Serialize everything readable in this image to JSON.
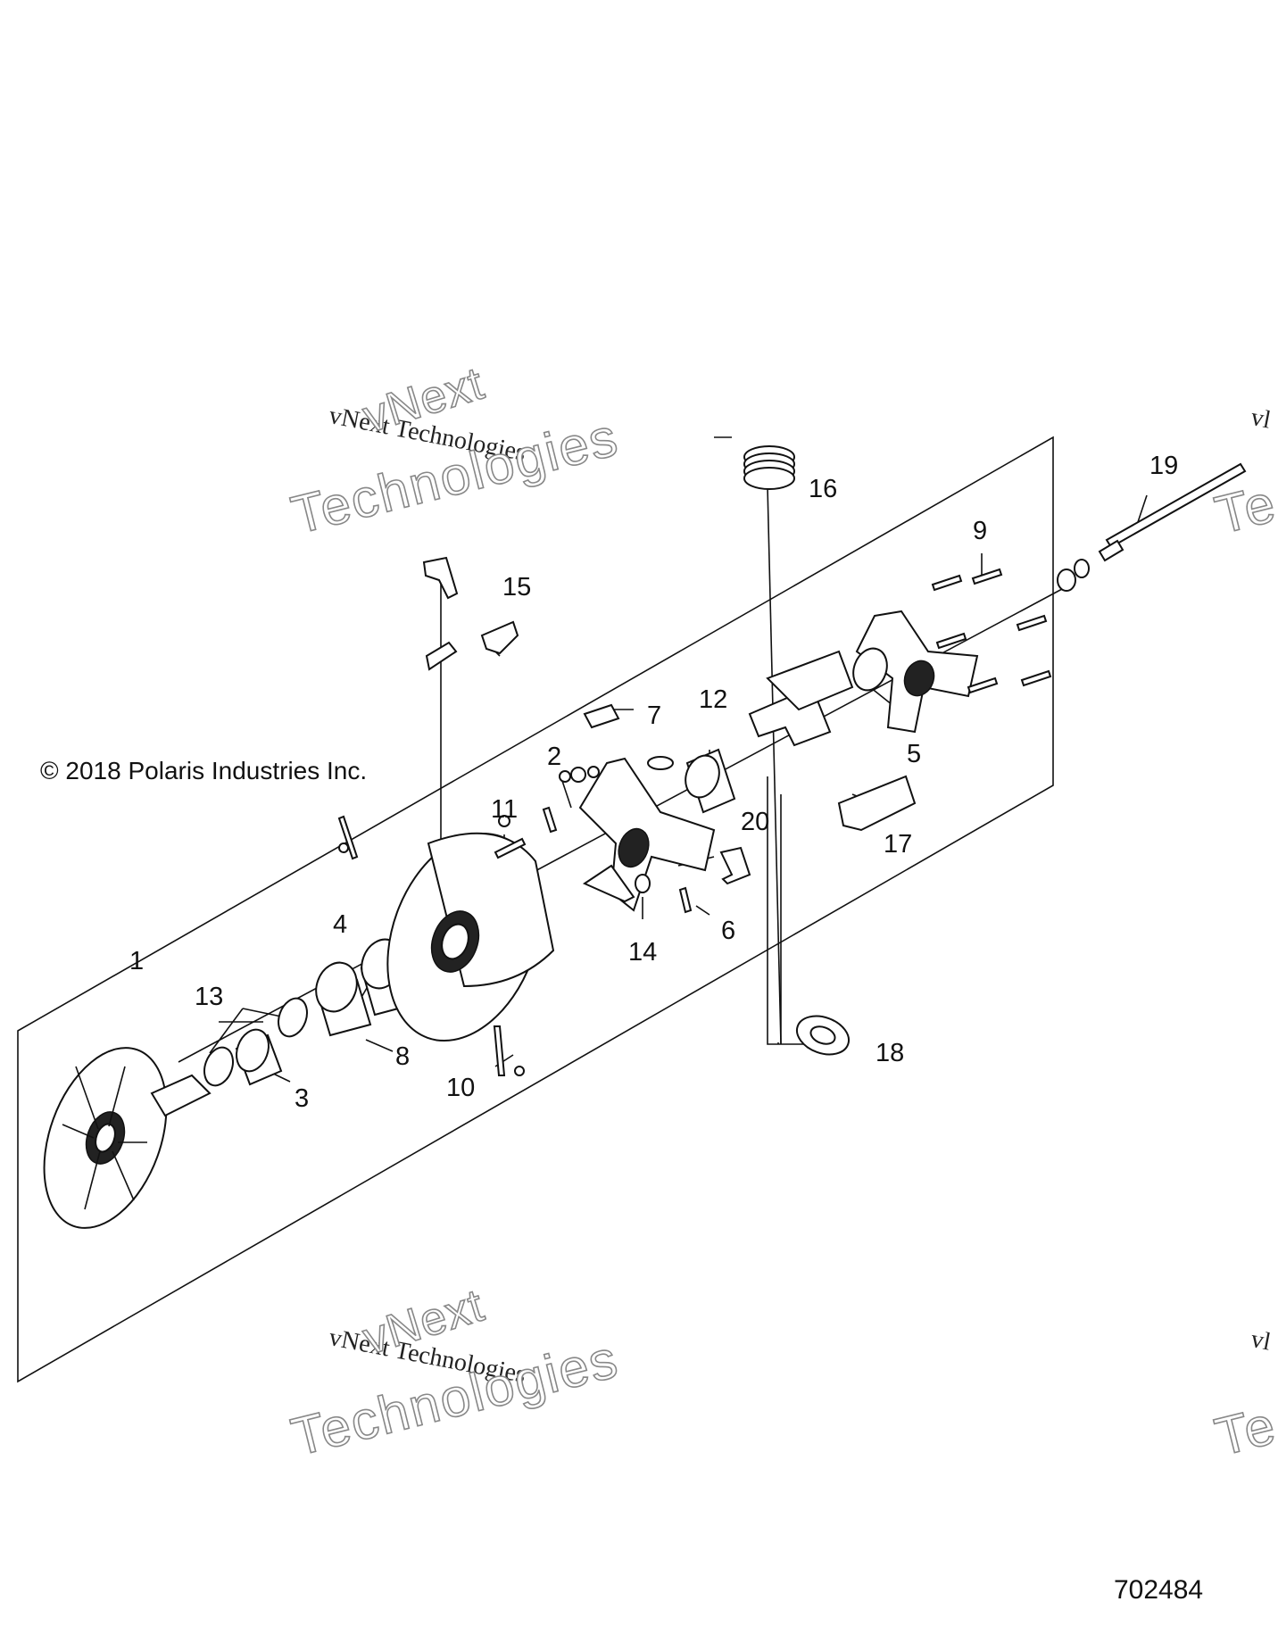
{
  "copyright": "© 2018 Polaris Industries Inc.",
  "diagram_id": "702484",
  "watermark": {
    "line": "vNext Technologies",
    "word1": "vNext",
    "word2": "Technologies",
    "edge_fragment_1": "vl",
    "edge_fragment_2": "Te"
  },
  "callouts": [
    "1",
    "2",
    "3",
    "4",
    "5",
    "6",
    "7",
    "8",
    "9",
    "10",
    "11",
    "12",
    "13",
    "14",
    "15",
    "16",
    "17",
    "18",
    "19",
    "20"
  ]
}
